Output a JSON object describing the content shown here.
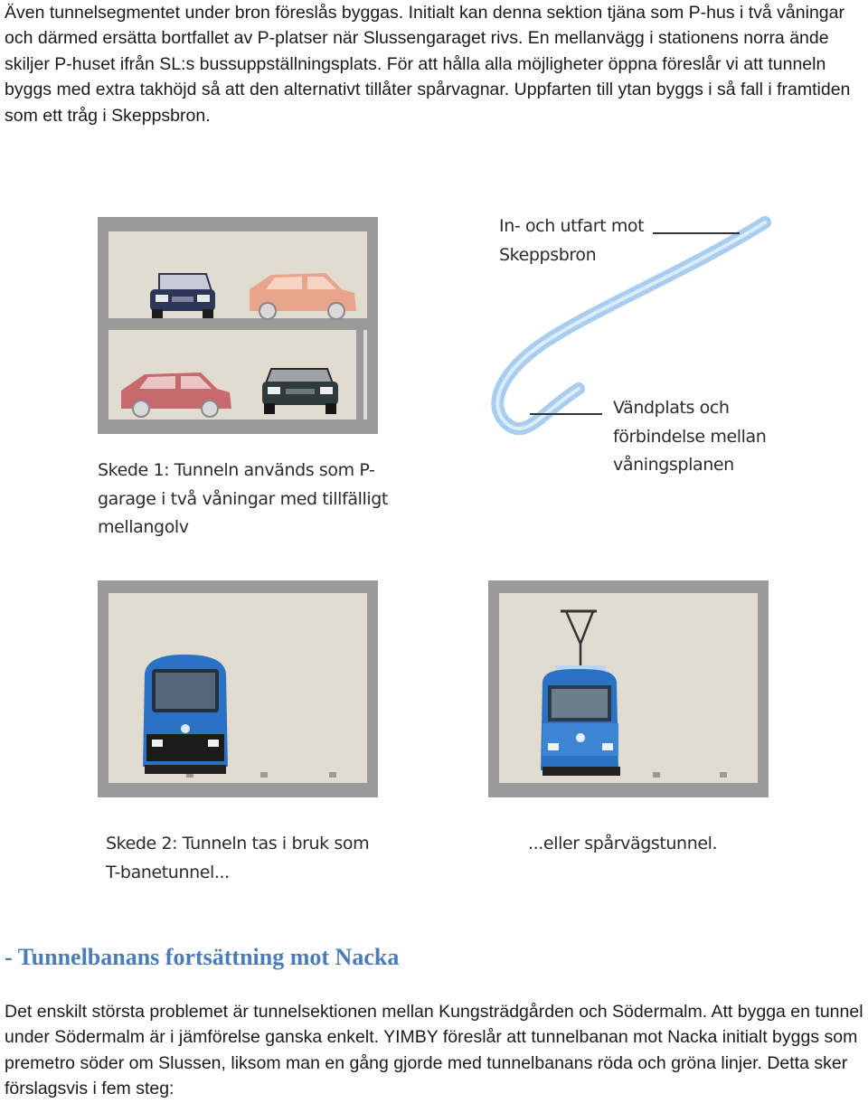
{
  "intro_text": "Även tunnelsegmentet under bron föreslås byggas. Initialt kan denna sektion tjäna som P-hus i två våningar och därmed ersätta bortfallet av P-platser när Slussengaraget rivs. En mellanvägg i stationens norra ände skiljer P-huset ifrån SL:s bussuppställningsplats. För att hålla alla möjligheter öppna föreslår vi att tunneln byggs med extra takhöjd så att den alternativt tillåter spårvagnar. Uppfarten till ytan byggs i så fall i framtiden som ett tråg i Skeppsbron.",
  "figure": {
    "ramp_label_top": "In- och utfart mot Skeppsbron",
    "ramp_label_bottom": "Vändplats och förbindelse mellan våningsplanen",
    "caption_stage1": "Skede 1: Tunneln används som P-garage i två våningar med tillfälligt mellangolv",
    "caption_stage2": "Skede 2: Tunneln tas i bruk som T-banetunnel...",
    "caption_tram": "...eller spårvägstunnel.",
    "colors": {
      "tunnel_frame": "#9a9a9a",
      "tunnel_bg": "#e2dbd0",
      "ramp": "#a9cdef",
      "car_salmon": "#e9a58c",
      "car_red": "#c76a6e",
      "car_navy": "#2d3559",
      "train_blue": "#2a73c4"
    }
  },
  "section_heading": "- Tunnelbanans fortsättning mot Nacka",
  "outro_text": "Det enskilt största problemet är tunnelsektionen mellan Kungsträdgården och Södermalm. Att bygga en tunnel under Södermalm är i jämförelse ganska enkelt. YIMBY föreslår att tunnelbanan mot Nacka initialt byggs som premetro söder om Slussen, liksom man en gång gjorde med tunnelbanans röda och gröna linjer. Detta sker förslagsvis i fem steg:"
}
